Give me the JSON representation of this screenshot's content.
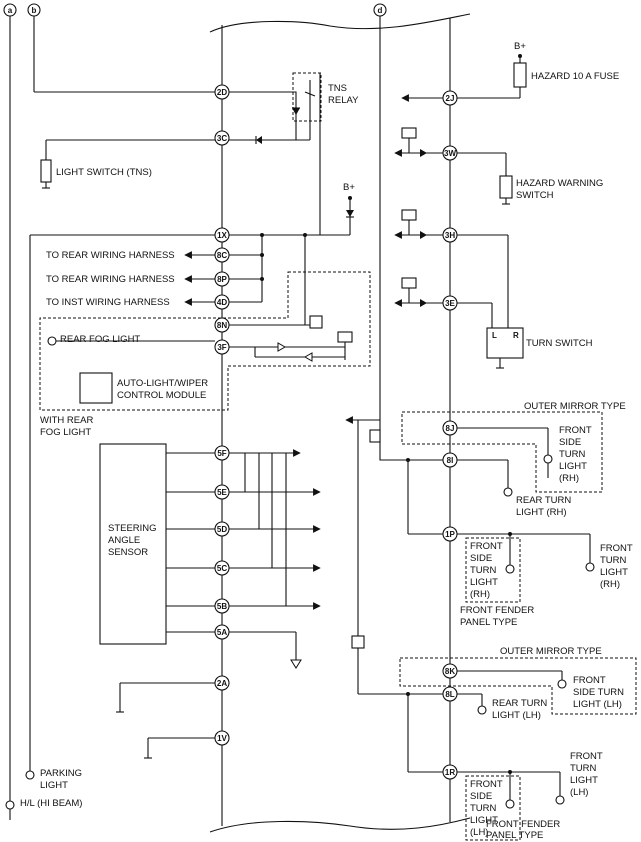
{
  "refs": {
    "a": "a",
    "b": "b",
    "d": "d"
  },
  "connectors": {
    "2D": "2D",
    "3C": "3C",
    "1X": "1X",
    "8C": "8C",
    "8P": "8P",
    "4D": "4D",
    "8N": "8N",
    "3F": "3F",
    "5F": "5F",
    "5E": "5E",
    "5D": "5D",
    "5C": "5C",
    "5B": "5B",
    "5A": "5A",
    "2A": "2A",
    "1V": "1V",
    "2J": "2J",
    "3W": "3W",
    "3H": "3H",
    "3E": "3E",
    "8J": "8J",
    "8I": "8I",
    "1P": "1P",
    "8K": "8K",
    "8L": "8L",
    "1R": "1R"
  },
  "labels": {
    "tns_relay_1": "TNS",
    "tns_relay_2": "RELAY",
    "light_switch": "LIGHT SWITCH (TNS)",
    "bplus_left": "B+",
    "bplus_right": "B+",
    "hazard_fuse": "HAZARD 10 A FUSE",
    "to_rear_1": "TO REAR WIRING HARNESS",
    "to_rear_2": "TO REAR WIRING HARNESS",
    "to_inst": "TO INST WIRING HARNESS",
    "rear_fog_light": "REAR FOG LIGHT",
    "auto_light_1": "AUTO-LIGHT/WIPER",
    "auto_light_2": "CONTROL MODULE",
    "with_rear_fog_1": "WITH REAR",
    "with_rear_fog_2": "FOG LIGHT",
    "hazard_switch_1": "HAZARD WARNING",
    "hazard_switch_2": "SWITCH",
    "turn_switch": "TURN SWITCH",
    "turn_switch_l": "L",
    "turn_switch_r": "R",
    "outer_mirror_type_top": "OUTER MIRROR TYPE",
    "front_side_turn_rh": [
      "FRONT",
      "SIDE",
      "TURN",
      "LIGHT",
      "(RH)"
    ],
    "rear_turn_rh": [
      "REAR TURN",
      "LIGHT (RH)"
    ],
    "steering_angle_sensor": [
      "STEERING",
      "ANGLE",
      "SENSOR"
    ],
    "front_side_turn_rh_fender": [
      "FRONT",
      "SIDE",
      "TURN",
      "LIGHT",
      "(RH)"
    ],
    "front_turn_rh": [
      "FRONT",
      "TURN",
      "LIGHT",
      "(RH)"
    ],
    "front_fender_type_1": [
      "FRONT FENDER",
      "PANEL TYPE"
    ],
    "outer_mirror_type_bottom": "OUTER MIRROR TYPE",
    "front_side_turn_lh": [
      "FRONT",
      "SIDE TURN",
      "LIGHT (LH)"
    ],
    "rear_turn_lh": [
      "REAR TURN",
      "LIGHT (LH)"
    ],
    "front_side_turn_lh_fender": [
      "FRONT",
      "SIDE",
      "TURN",
      "LIGHT",
      "(LH)"
    ],
    "front_turn_lh": [
      "FRONT",
      "TURN",
      "LIGHT",
      "(LH)"
    ],
    "front_fender_type_2": [
      "FRONT FENDER",
      "PANEL TYPE"
    ],
    "parking_light": [
      "PARKING",
      "LIGHT"
    ],
    "hl_hi_beam": "H/L (HI BEAM)"
  }
}
